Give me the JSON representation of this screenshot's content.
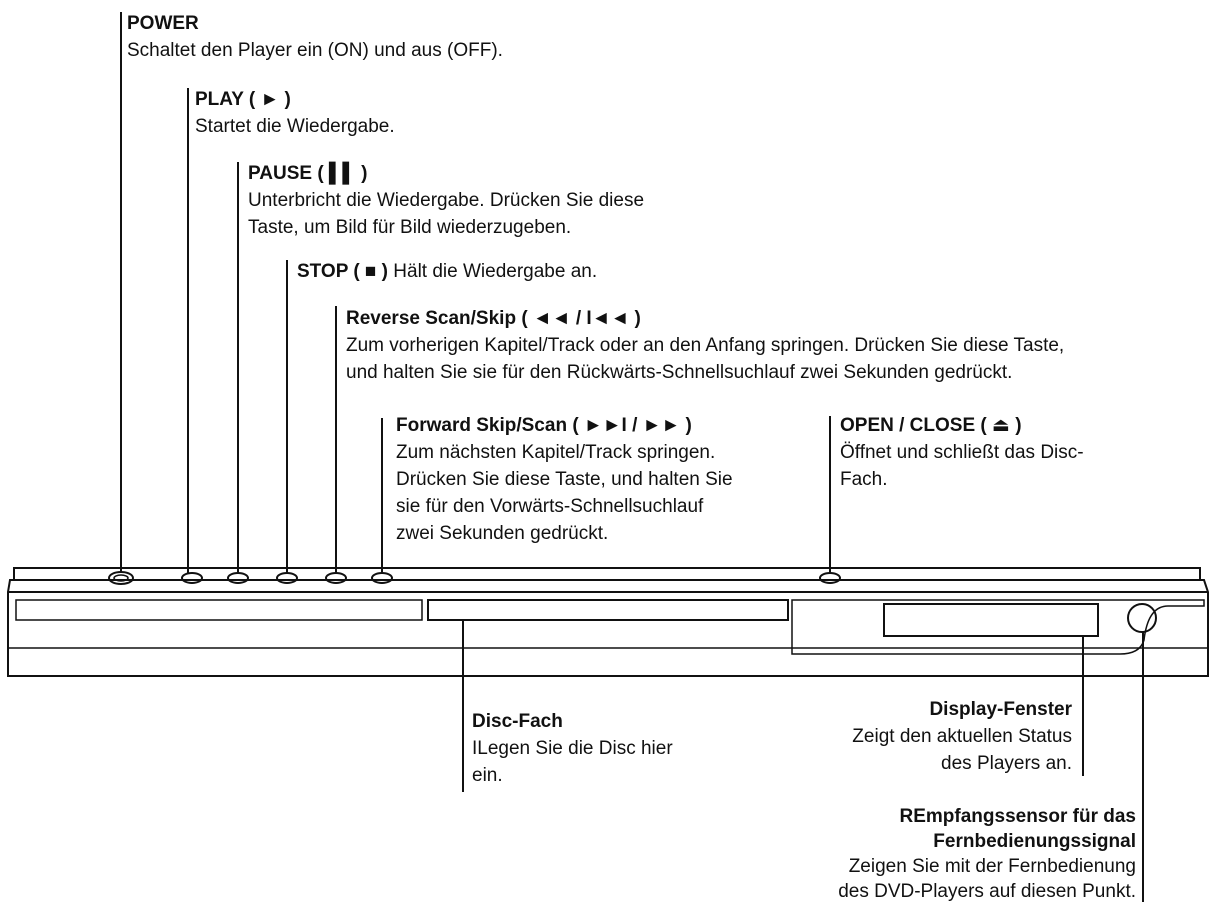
{
  "callouts": {
    "power": {
      "title": "POWER",
      "desc": [
        "Schaltet den Player ein (ON) und aus (OFF)."
      ]
    },
    "play": {
      "title": "PLAY ( ► )",
      "desc": [
        "Startet die Wiedergabe."
      ]
    },
    "pause": {
      "title": "PAUSE ( ▌▌ )",
      "desc": [
        "Unterbricht die Wiedergabe. Drücken Sie diese",
        "Taste, um Bild für Bild wiederzugeben."
      ]
    },
    "stop": {
      "title": "STOP ( ■ )",
      "desc": [
        " Hält die Wiedergabe an."
      ]
    },
    "reverse": {
      "title": "Reverse Scan/Skip ( ◄◄ / I◄◄ )",
      "desc": [
        "Zum vorherigen Kapitel/Track oder an den Anfang springen. Drücken Sie diese Taste,",
        "und halten Sie sie für den Rückwärts-Schnellsuchlauf zwei Sekunden gedrückt."
      ]
    },
    "forward": {
      "title": "Forward Skip/Scan ( ►►I / ►► )",
      "desc": [
        "Zum nächsten Kapitel/Track springen.",
        "Drücken Sie diese Taste, und halten Sie",
        "sie für den Vorwärts-Schnellsuchlauf",
        "zwei Sekunden gedrückt."
      ]
    },
    "open_close": {
      "title": "OPEN / CLOSE ( ⏏ )",
      "desc": [
        "Öffnet und schließt das Disc-",
        "Fach."
      ]
    },
    "disc_tray": {
      "title": "Disc-Fach",
      "desc": [
        "ILegen Sie die Disc hier",
        "ein."
      ]
    },
    "display": {
      "title": "Display-Fenster",
      "desc": [
        "Zeigt den aktuellen Status",
        "des Players an."
      ]
    },
    "sensor": {
      "title": "REmpfangssensor für das",
      "title2": "Fernbedienungssignal",
      "desc": [
        "Zeigen Sie mit der Fernbedienung",
        "des DVD-Players auf diesen Punkt."
      ]
    }
  },
  "colors": {
    "ink": "#111111",
    "paper": "#ffffff"
  }
}
